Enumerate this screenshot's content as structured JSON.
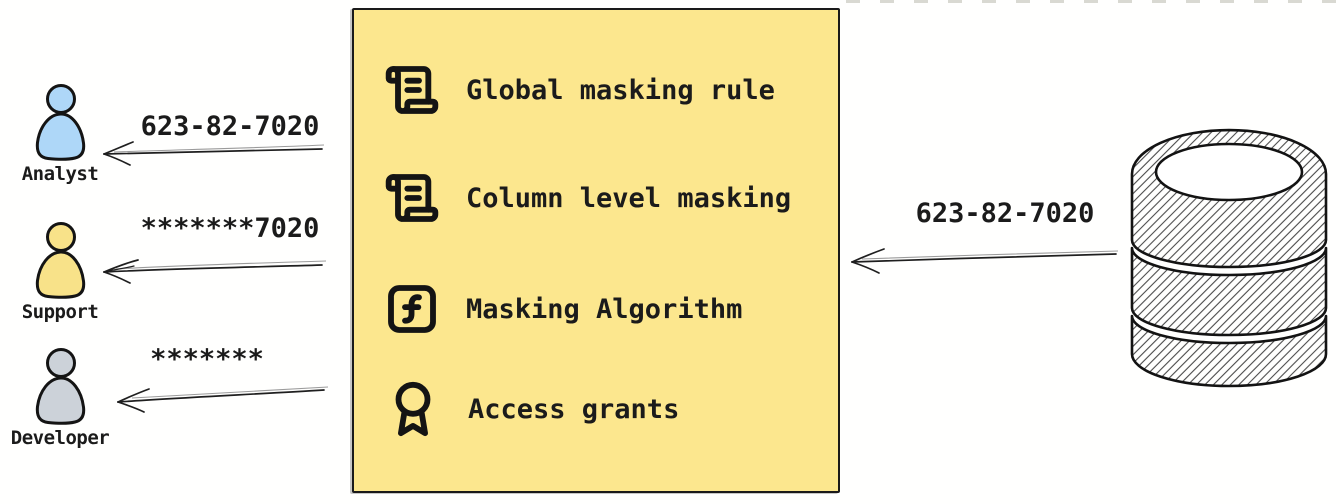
{
  "diagram": {
    "title_hint": "data masking flow",
    "ink": "#1b1b1b",
    "background": "#ffffff",
    "personas": [
      {
        "label": "Analyst",
        "arrow_label": "623-82-7020",
        "fill": "#aed7f8",
        "icon": "person-icon"
      },
      {
        "label": "Support",
        "arrow_label": "*******7020",
        "fill": "#f8e289",
        "icon": "person-icon"
      },
      {
        "label": "Developer",
        "arrow_label": "*******",
        "fill": "#ccd2d9",
        "icon": "person-icon"
      }
    ],
    "policy_box": {
      "fill": "#fce78e",
      "border": "#1a1a1a",
      "items": [
        {
          "icon": "scroll-icon",
          "label": "Global masking rule"
        },
        {
          "icon": "scroll-icon",
          "label": "Column level masking"
        },
        {
          "icon": "function-icon",
          "label": "Masking Algorithm"
        },
        {
          "icon": "award-icon",
          "label": "Access grants"
        }
      ]
    },
    "database": {
      "icon": "database-icon",
      "arrow_label": "623-82-7020"
    }
  }
}
